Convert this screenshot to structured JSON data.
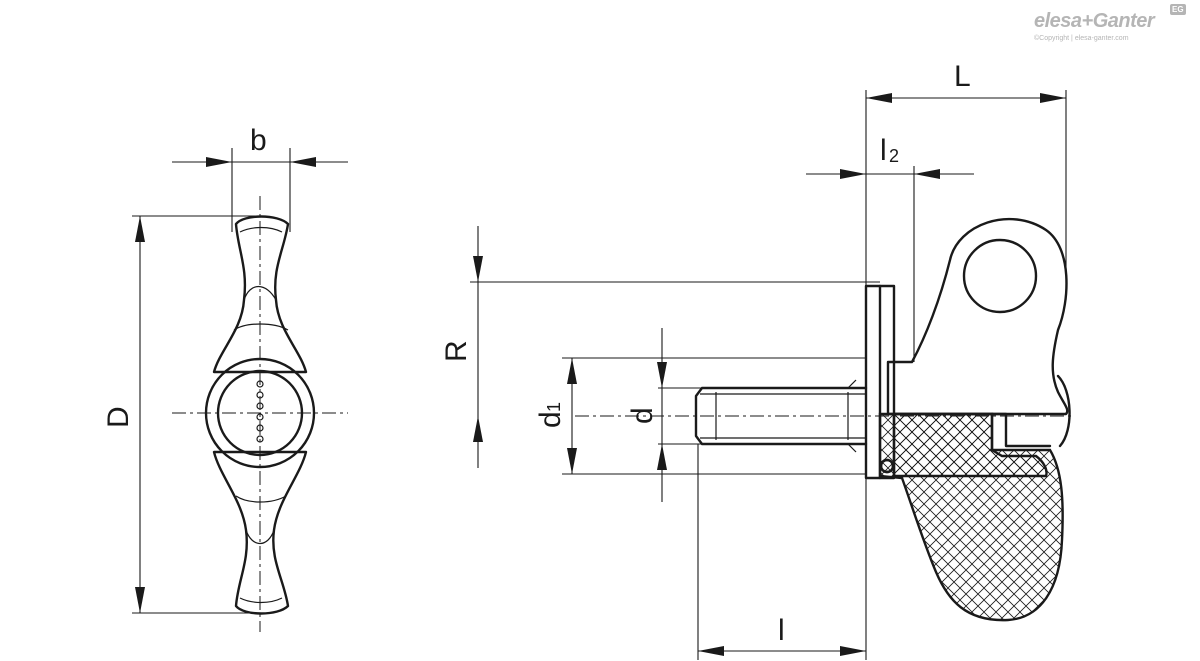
{
  "brand": {
    "logo_text": "elesa+Ganter",
    "badge": "EG",
    "copyright": "©Copyright | elesa-ganter.com"
  },
  "dimensions": {
    "L": "L",
    "l2_main": "l",
    "l2_sub": "2",
    "R": "R",
    "d1_main": "d",
    "d1_sub": "1",
    "d": "d",
    "l": "l",
    "b": "b",
    "D": "D"
  }
}
